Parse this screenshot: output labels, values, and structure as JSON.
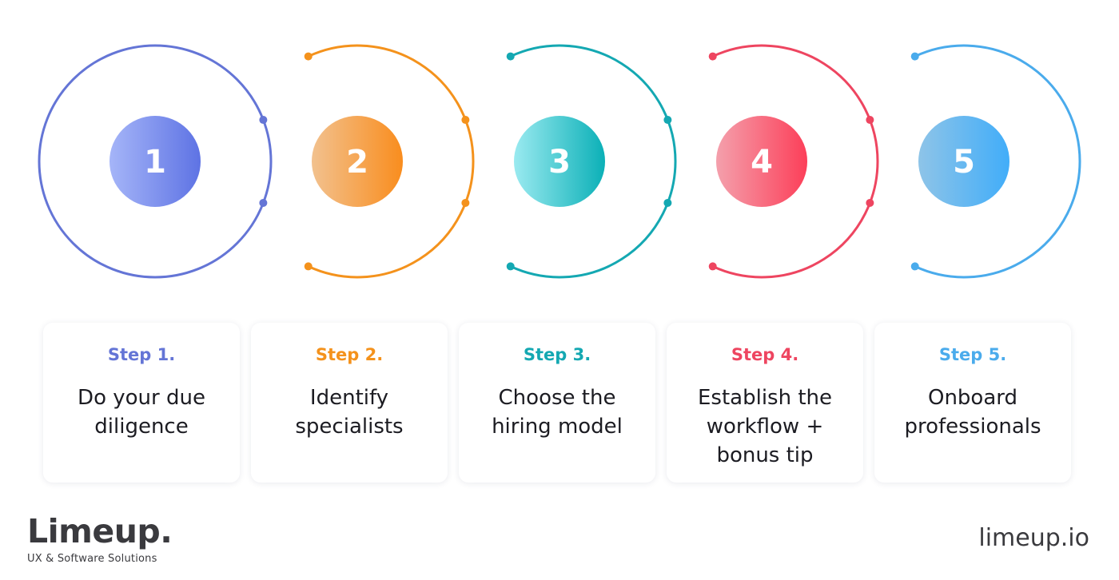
{
  "steps": [
    {
      "number": "1",
      "label": "Step 1.",
      "text": "Do your due diligence",
      "color": "#6475D6",
      "grad_from": "#A5B5F8",
      "grad_to": "#5E73E4"
    },
    {
      "number": "2",
      "label": "Step 2.",
      "text": "Identify specialists",
      "color": "#F4921C",
      "grad_from": "#F2C18E",
      "grad_to": "#F98D1E"
    },
    {
      "number": "3",
      "label": "Step 3.",
      "text": "Choose the hiring model",
      "color": "#14A8B2",
      "grad_from": "#9AEAF0",
      "grad_to": "#0BB0B7"
    },
    {
      "number": "4",
      "label": "Step 4.",
      "text": "Establish the workflow + bonus tip",
      "color": "#EE4560",
      "grad_from": "#F4A0AC",
      "grad_to": "#FC3F59"
    },
    {
      "number": "5",
      "label": "Step 5.",
      "text": "Onboard professionals",
      "color": "#4AABEC",
      "grad_from": "#8EC4E8",
      "grad_to": "#41ADF9"
    }
  ],
  "brand": {
    "logo": "Limeup.",
    "tagline": "UX & Software Solutions",
    "website": "limeup.io"
  }
}
